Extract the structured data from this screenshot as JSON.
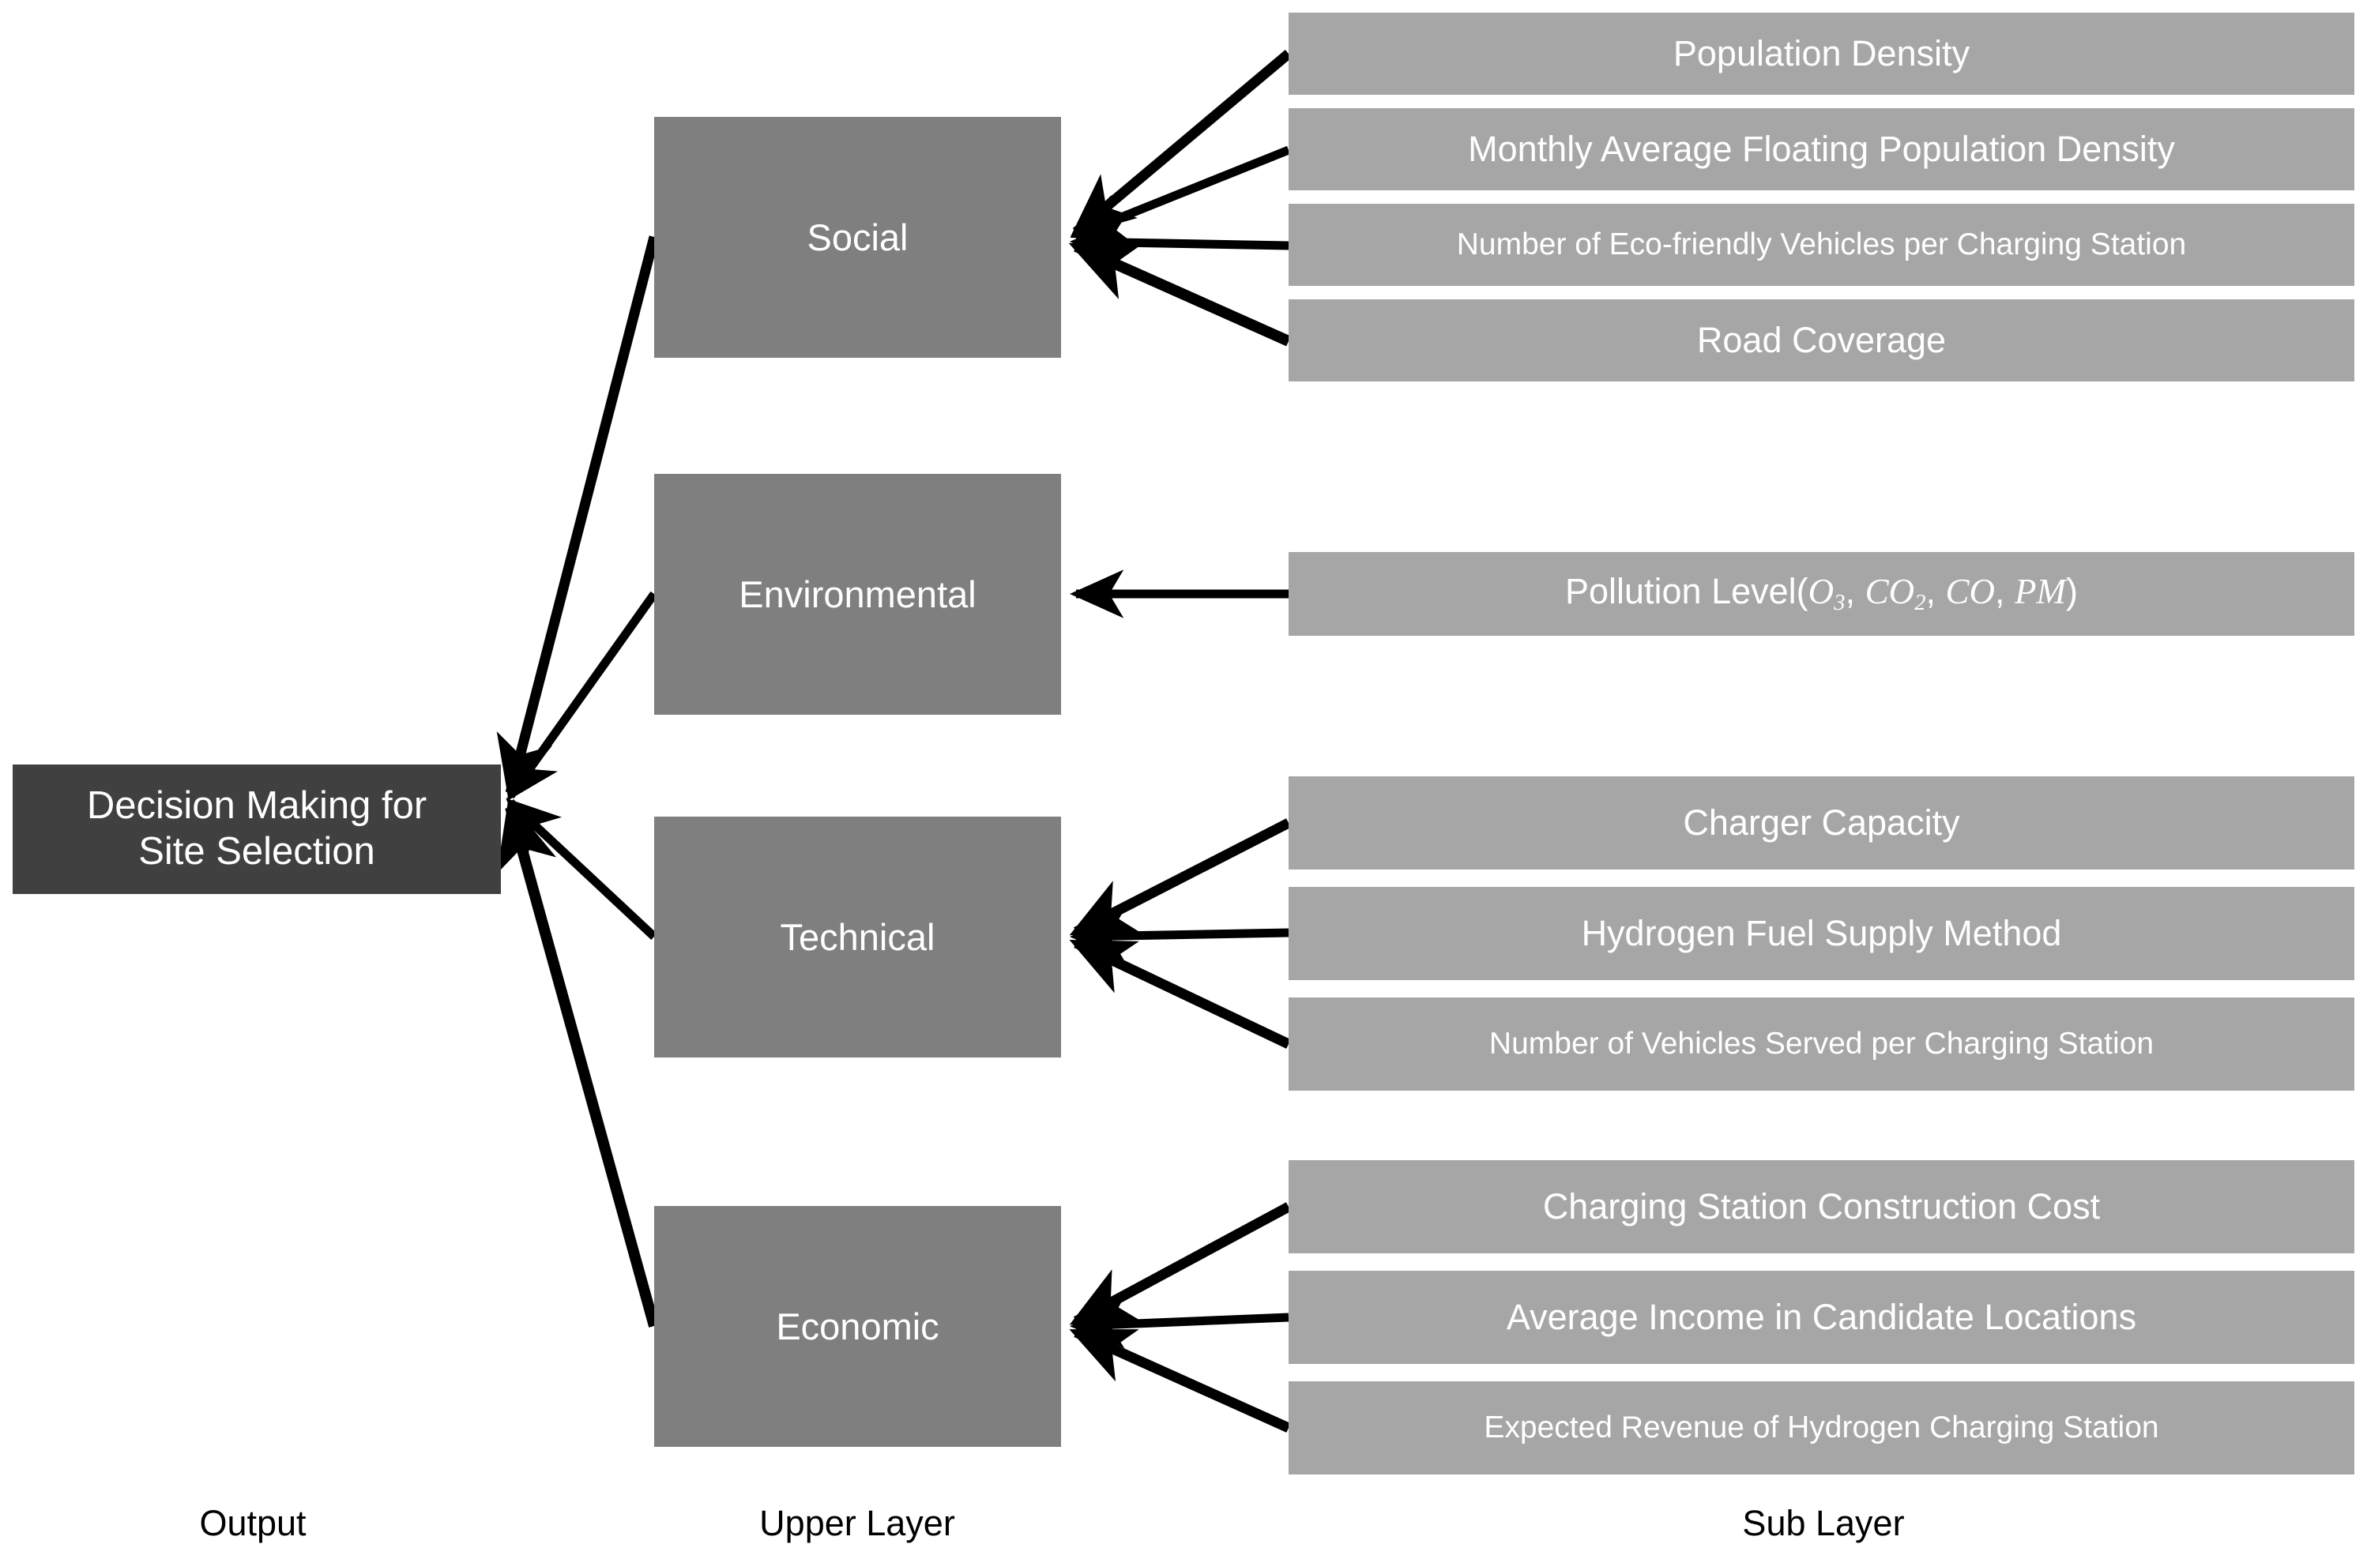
{
  "diagram": {
    "title_text": "Decision Making for Site Selection",
    "colors": {
      "output_box": "#404040",
      "upper_box": "#7f7f7f",
      "sub_box": "#a6a6a6",
      "arrow": "#000000",
      "text_on_box": "#ffffff",
      "background": "#ffffff"
    }
  },
  "output": {
    "label_line1": "Decision Making for",
    "label_line2": "Site Selection"
  },
  "upper_layer": [
    {
      "id": "social",
      "label": "Social"
    },
    {
      "id": "environmental",
      "label": "Environmental"
    },
    {
      "id": "technical",
      "label": "Technical"
    },
    {
      "id": "economic",
      "label": "Economic"
    }
  ],
  "sub_layer": {
    "social": [
      {
        "label": "Population Density"
      },
      {
        "label": "Monthly Average Floating Population Density"
      },
      {
        "label": "Number of Eco-friendly Vehicles per Charging Station"
      },
      {
        "label": "Road Coverage"
      }
    ],
    "environmental": [
      {
        "label_prefix": "Pollution Level(",
        "var1": "O",
        "var1_sub": "3",
        "sep1": ", ",
        "var2": "CO",
        "var2_sub": "2",
        "sep2": ", ",
        "var3": "CO",
        "sep3": ", ",
        "var4": "PM",
        "label_suffix": ")"
      }
    ],
    "technical": [
      {
        "label": "Charger Capacity"
      },
      {
        "label": "Hydrogen Fuel Supply Method"
      },
      {
        "label": "Number of Vehicles Served per Charging Station"
      }
    ],
    "economic": [
      {
        "label": "Charging Station Construction Cost"
      },
      {
        "label": "Average Income in Candidate Locations"
      },
      {
        "label": "Expected Revenue of Hydrogen Charging Station"
      }
    ]
  },
  "axis_labels": {
    "output": "Output",
    "upper": "Upper Layer",
    "sub": "Sub Layer"
  }
}
